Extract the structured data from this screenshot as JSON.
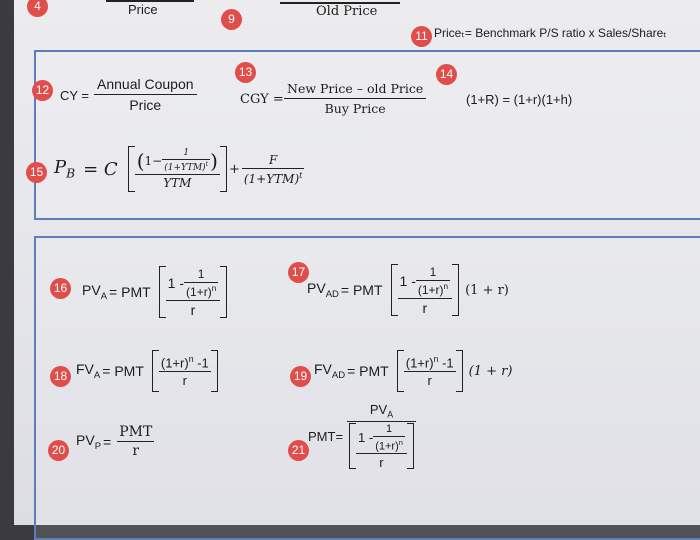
{
  "top": {
    "badge4": "4",
    "badge9": "9",
    "badge11": "11",
    "price_label": "Price",
    "old_price_label": "Old Price",
    "price_t_formula": "Priceₜ= Benchmark P/S ratio x Sales/Shareₜ"
  },
  "section1": {
    "b12": "12",
    "b13": "13",
    "b14": "14",
    "b15": "15",
    "cy_lhs": "CY =",
    "cy_num": "Annual Coupon",
    "cy_den": "Price",
    "cgy_lhs": "CGY =",
    "cgy_num": "New Price – old Price",
    "cgy_den": "Buy Price",
    "fisher": "(1+R) = (1+r)(1+h)",
    "pb_lhs": "P",
    "pb_sub": "B",
    "pb_eq": "= C",
    "pb_one": "1",
    "pb_minus": "1−",
    "pb_inner_den": "(1+YTM)",
    "pb_exp": "t",
    "pb_ytm": "YTM",
    "pb_plus": "+",
    "pb_f": "F",
    "pb_f_den": "(1+YTM)",
    "pb_f_exp": "t"
  },
  "section2": {
    "b16": "16",
    "b17": "17",
    "b18": "18",
    "b19": "19",
    "b20": "20",
    "b21": "21",
    "pva_lhs": "PV",
    "pva_sub": "A",
    "pva_eq": "= PMT",
    "pvad_lhs": "PV",
    "pvad_sub": "AD",
    "pvad_eq": "= PMT",
    "one_minus": "1 -",
    "one": "1",
    "onepr": "(1+r)",
    "n": "n",
    "r": "r",
    "fva_lhs": "FV",
    "fva_sub": "A",
    "fva_eq": "= PMT",
    "fvad_lhs": "FV",
    "fvad_sub": "AD",
    "fvad_eq": "= PMT",
    "fv_num_base": "(1+r)",
    "fv_num_tail": " -1",
    "times_1pr": "(1 + r)",
    "pvp_lhs": "PV",
    "pvp_sub": "P",
    "pvp_eq": "=",
    "pvp_num": "PMT",
    "pvp_den": "r",
    "pmt_lhs": "PMT=",
    "pmt_num": "PV",
    "pmt_num_sub": "A"
  }
}
